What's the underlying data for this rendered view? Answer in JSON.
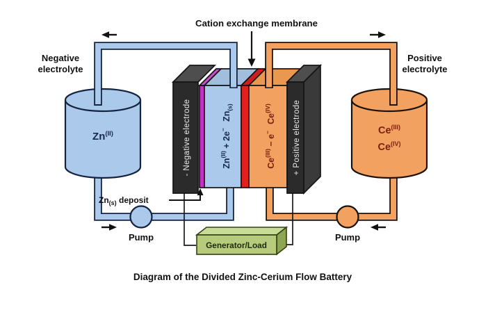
{
  "title": "Cation exchange membrane",
  "caption": "Diagram of the Divided Zinc-Cerium Flow Battery",
  "colors": {
    "electrolyte_blue": "#abc9ea",
    "blue_outline_dark": "#14233f",
    "electrolyte_orange": "#f3a160",
    "orange_text_dark": "#7d1d0e",
    "membrane_red": "#e32020",
    "zinc_deposit_magenta": "#c42fc4",
    "electrode_black": "#2b2b2b",
    "generator_green": "#b7cb7d"
  },
  "left_loop": {
    "electrolyte_label_line1": "Negative",
    "electrolyte_label_line2": "electrolyte",
    "tank_species": {
      "base": "Zn",
      "sup": "(II)"
    },
    "pump_label": "Pump"
  },
  "right_loop": {
    "electrolyte_label_line1": "Positive",
    "electrolyte_label_line2": "electrolyte",
    "tank_species_1": {
      "base": "Ce",
      "sup": "(III)"
    },
    "tank_species_2": {
      "base": "Ce",
      "sup": "(IV)"
    },
    "pump_label": "Pump"
  },
  "cell": {
    "negative_electrode_label": "- Negative electrode",
    "positive_electrode_label": "+ Positive electrode",
    "anolyte_reaction": {
      "p1": "Zn",
      "s1": "(II)",
      "p2": " + 2e",
      "s2": "−",
      "p3": "Zn",
      "s3": "(s)"
    },
    "catholyte_reaction": {
      "p1": "Ce",
      "s1": "(III)",
      "p2": " − e",
      "s2": "−",
      "p3": "Ce",
      "s3": "(IV)"
    },
    "deposit_label": {
      "base": "Zn",
      "sub": "(s)",
      "rest": " deposit"
    }
  },
  "generator_label": "Generator/Load"
}
